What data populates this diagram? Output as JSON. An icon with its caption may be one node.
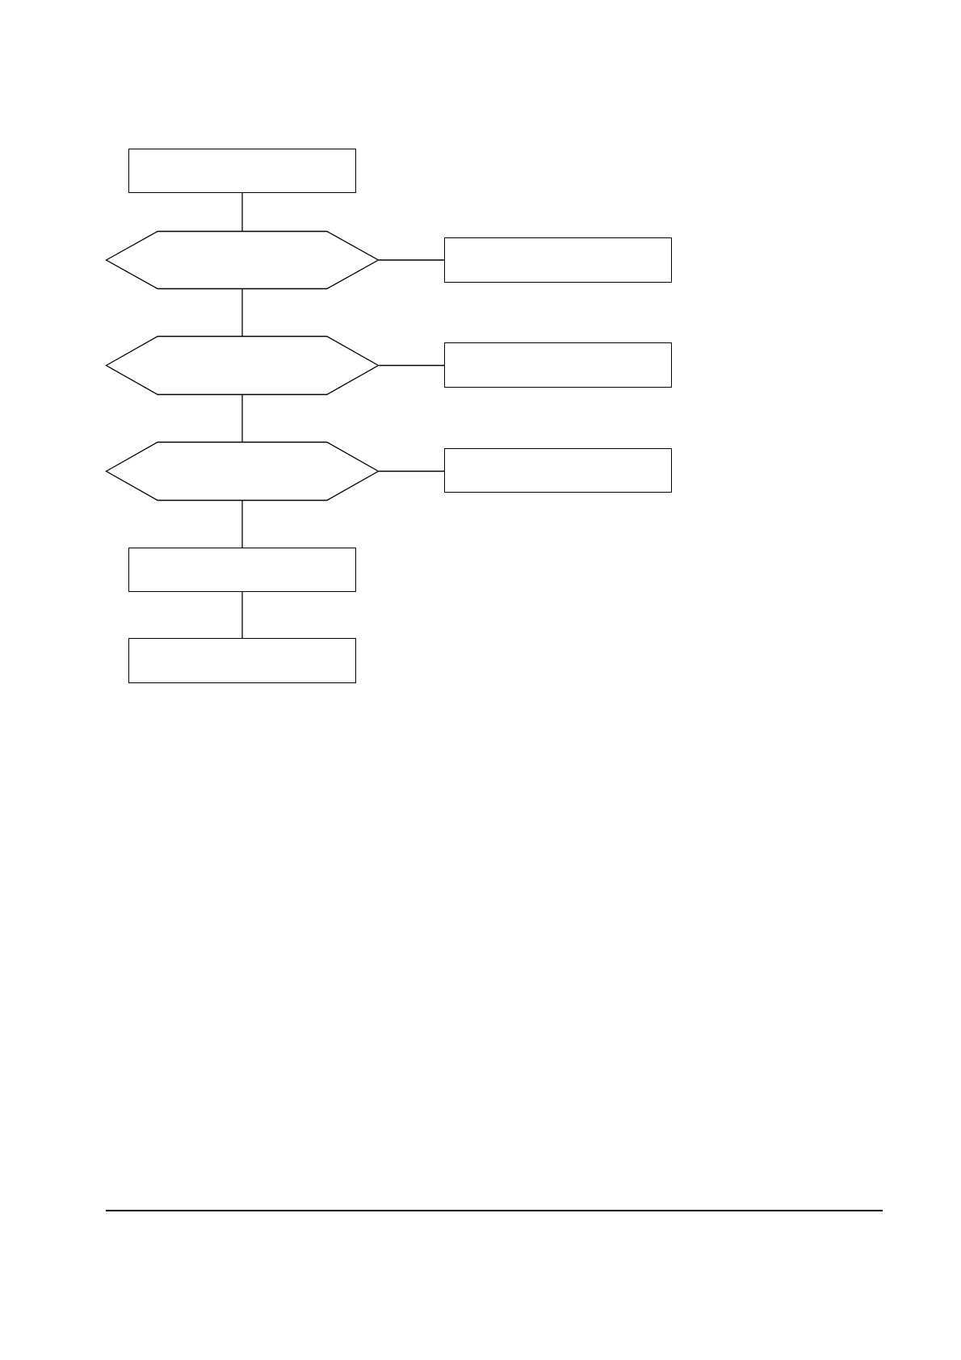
{
  "diagram": {
    "nodes": [
      {
        "text": [],
        "shape": "box"
      },
      {
        "text": [],
        "shape": "hexagon"
      },
      {
        "text": [],
        "shape": "box"
      },
      {
        "text": [],
        "shape": "hexagon"
      },
      {
        "text": [],
        "shape": "box"
      },
      {
        "text": [],
        "shape": "hexagon"
      },
      {
        "text": [],
        "shape": "box"
      },
      {
        "text": [],
        "shape": "box"
      },
      {
        "text": [],
        "shape": "box"
      }
    ],
    "edges": [
      {
        "from": 0,
        "to": 1,
        "arrow": "none"
      },
      {
        "from": 1,
        "to": 2,
        "arrow": "none"
      },
      {
        "from": 1,
        "to": 3,
        "arrow": "none"
      },
      {
        "from": 3,
        "to": 4,
        "arrow": "none"
      },
      {
        "from": 3,
        "to": 5,
        "arrow": "none"
      },
      {
        "from": 5,
        "to": 6,
        "arrow": "none"
      },
      {
        "from": 5,
        "to": 7,
        "arrow": "none"
      },
      {
        "from": 7,
        "to": 8,
        "arrow": "none"
      }
    ]
  }
}
